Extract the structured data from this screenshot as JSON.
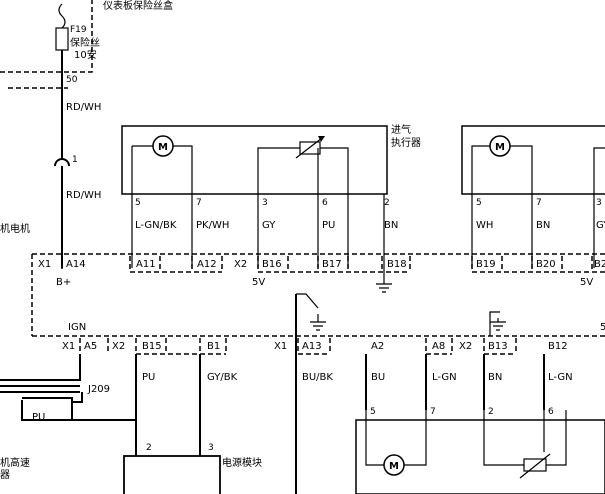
{
  "fuse": {
    "panel_label": "仪表板保险丝盒",
    "id": "F19",
    "name_line1": "保险丝",
    "name_line2": "10安",
    "pin": "50"
  },
  "wires": {
    "rd_wh_top": "RD/WH",
    "splice_no": "1",
    "rd_wh_bottom": "RD/WH",
    "pu_left": "PU",
    "j209": "J209"
  },
  "left_labels": {
    "motor_partial": "机电机",
    "high_speed_line1": "机高速",
    "high_speed_line2": "器"
  },
  "actuator1": {
    "name_line1": "进气",
    "name_line2": "执行器",
    "pins": [
      "5",
      "7",
      "3",
      "6",
      "2"
    ],
    "colors": [
      "L-GN/BK",
      "PK/WH",
      "GY",
      "PU",
      "BN"
    ]
  },
  "actuator2": {
    "pins": [
      "5",
      "7",
      "3"
    ],
    "colors": [
      "WH",
      "BN",
      "GY"
    ]
  },
  "module_top": {
    "x1": "X1",
    "a14": "A14",
    "a11": "A11",
    "a12": "A12",
    "x2": "X2",
    "b16": "B16",
    "b17": "B17",
    "b18": "B18",
    "b19": "B19",
    "b20": "B20",
    "b2x": "B2",
    "bplus": "B+",
    "v5a": "5V",
    "v5b": "5V"
  },
  "module_bottom": {
    "ign": "IGN",
    "x1a": "X1",
    "a5": "A5",
    "x2a": "X2",
    "b15": "B15",
    "b1": "B1",
    "x1b": "X1",
    "a13": "A13",
    "a2": "A2",
    "a8": "A8",
    "x2b": "X2",
    "b13": "B13",
    "b12": "B12",
    "edge5": "5"
  },
  "bottom_wires": {
    "pu": "PU",
    "gywk": "GY/BK",
    "bubk": "BU/BK",
    "bu": "BU",
    "lgn1": "L-GN",
    "bn": "BN",
    "lgn2": "L-GN"
  },
  "bottom_pins": {
    "p2": "2",
    "p3": "3",
    "p5": "5",
    "p7": "7",
    "p2b": "2",
    "p6": "6"
  },
  "power_module": "电源模块",
  "motor_symbol": "M"
}
